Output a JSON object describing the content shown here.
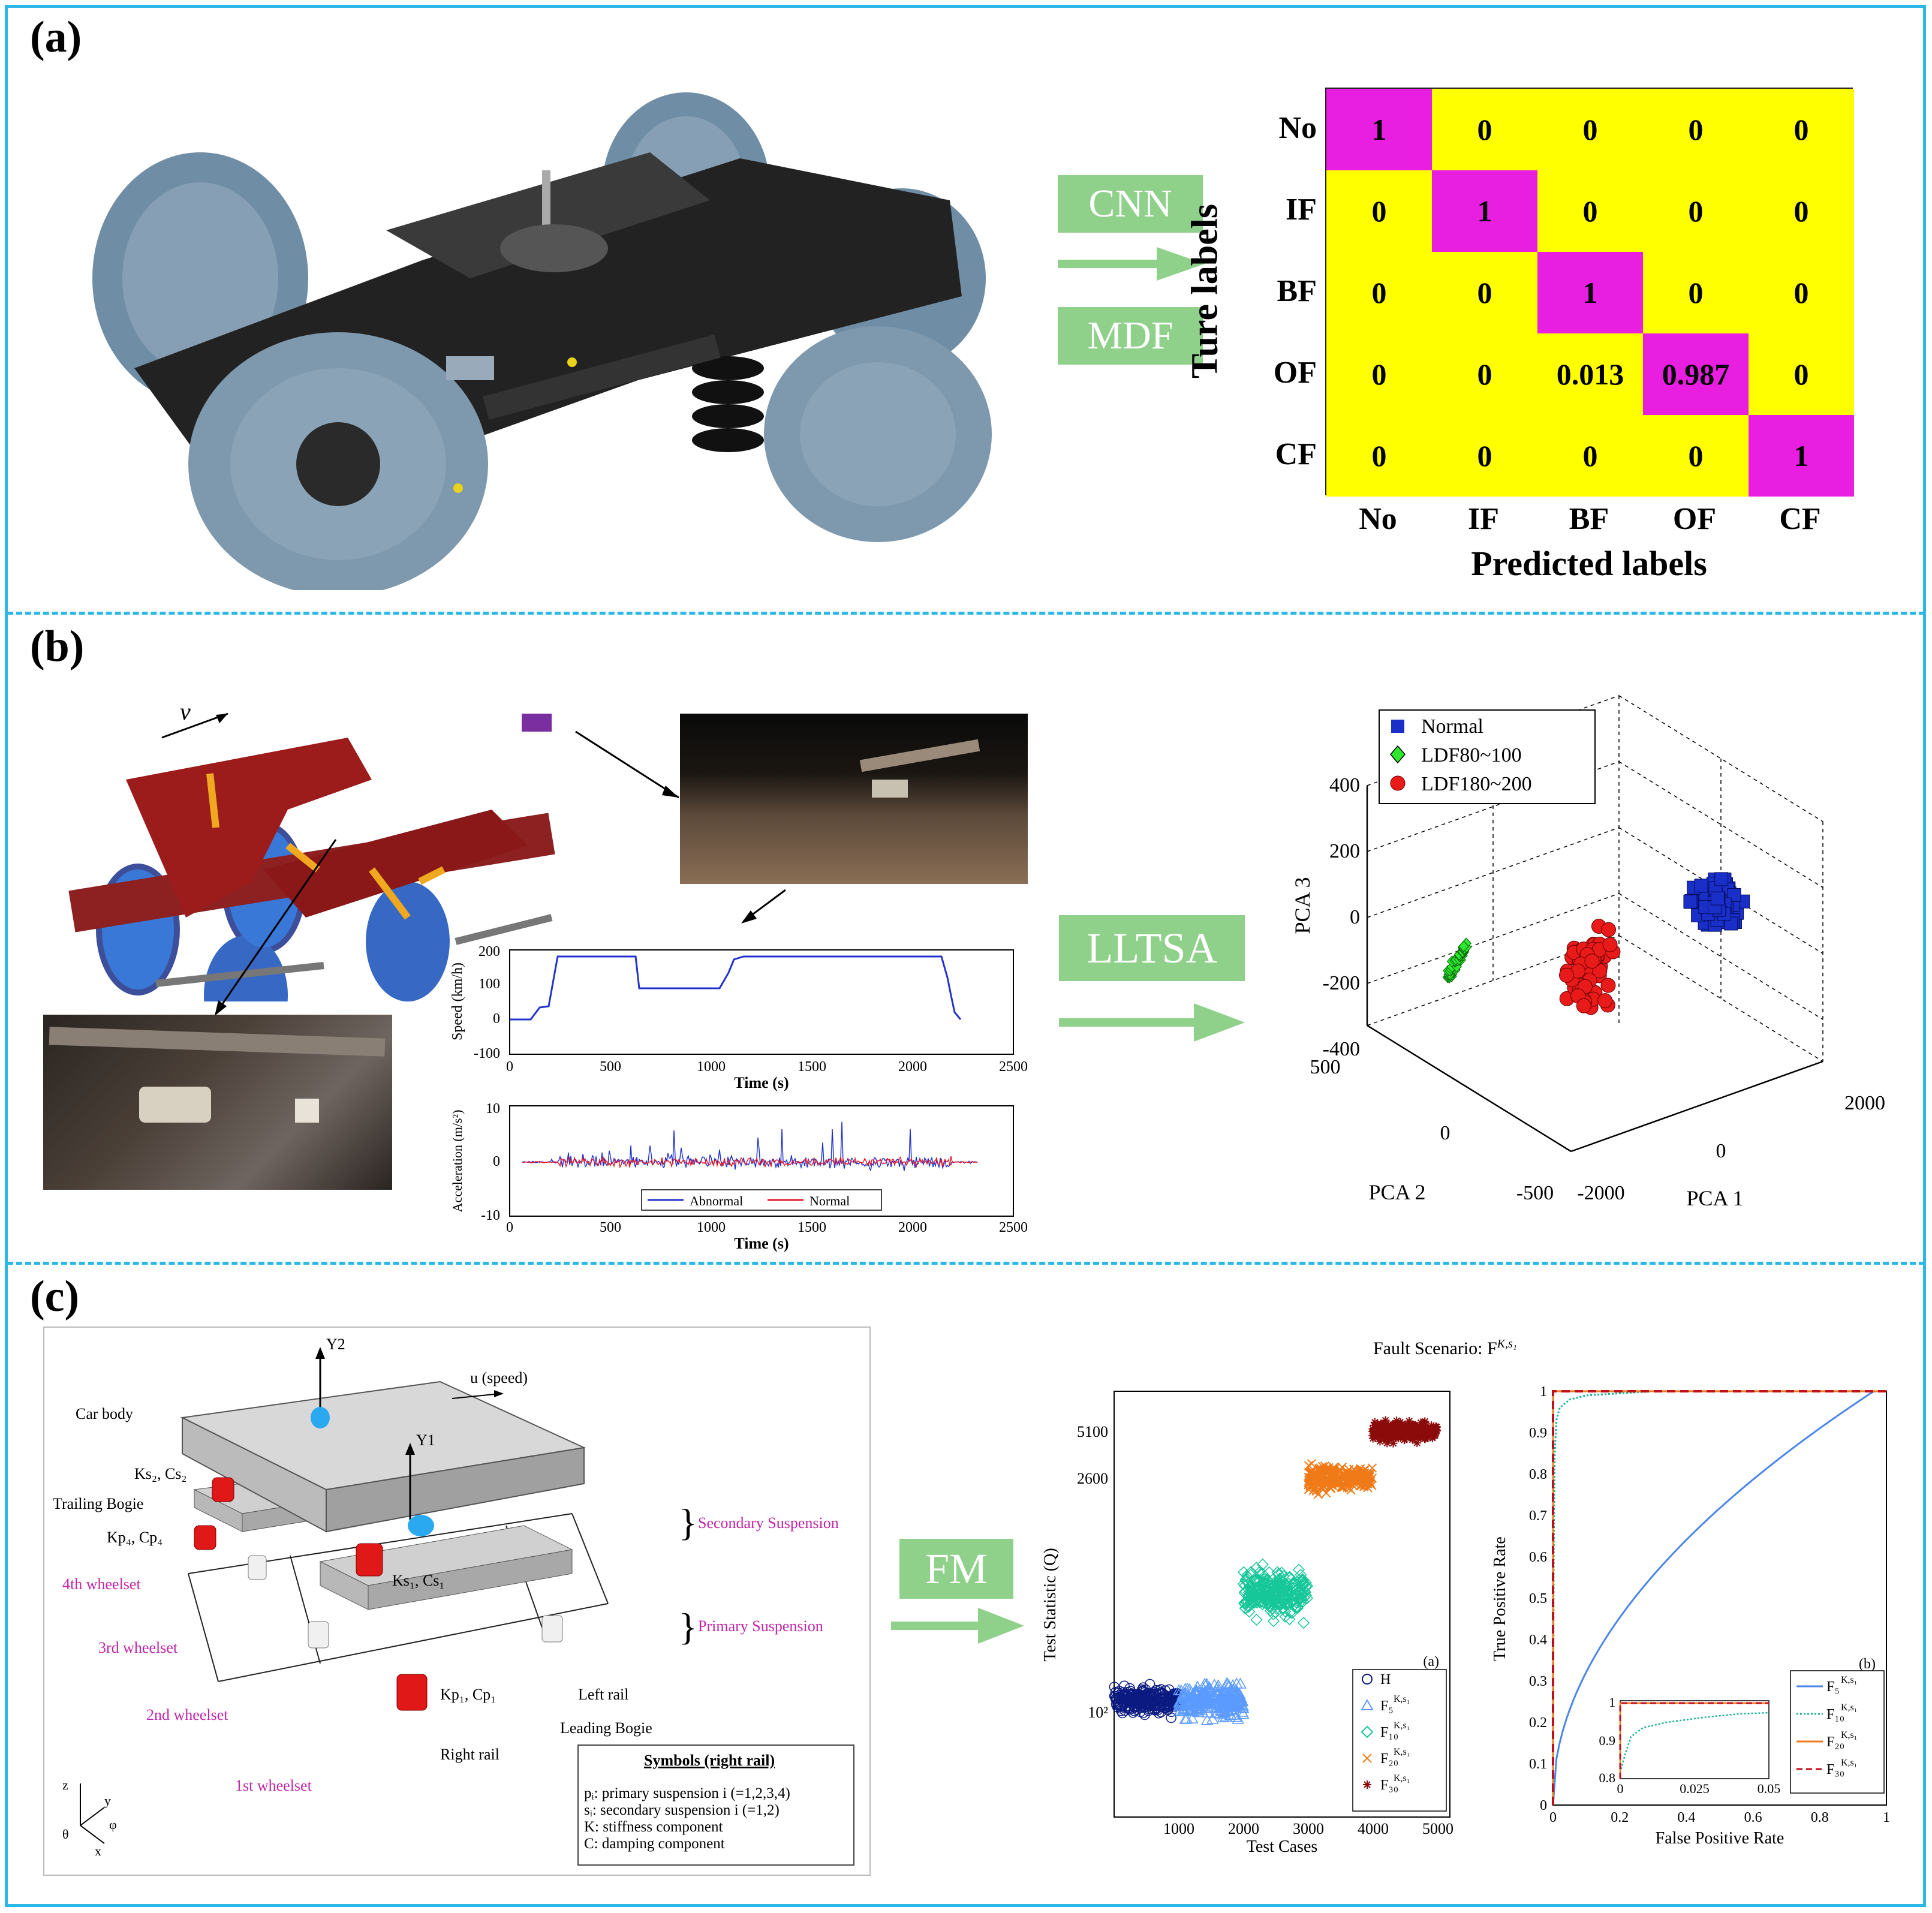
{
  "panels": {
    "a": {
      "label": "(a)",
      "arrow_top": "CNN",
      "arrow_bottom": "MDF",
      "confusion": {
        "ylabel": "Ture labels",
        "xlabel": "Predicted labels",
        "rows": [
          "No",
          "IF",
          "BF",
          "OF",
          "CF"
        ],
        "cols": [
          "No",
          "IF",
          "BF",
          "OF",
          "CF"
        ],
        "values": [
          [
            "1",
            "0",
            "0",
            "0",
            "0"
          ],
          [
            "0",
            "1",
            "0",
            "0",
            "0"
          ],
          [
            "0",
            "0",
            "1",
            "0",
            "0"
          ],
          [
            "0",
            "0",
            "0.013",
            "0.987",
            "0"
          ],
          [
            "0",
            "0",
            "0",
            "0",
            "1"
          ]
        ],
        "diag_color": "#e81ee0",
        "off_color": "#ffff00"
      }
    },
    "b": {
      "label": "(b)",
      "velocity": "v",
      "method": "LLTSA",
      "speed_plot": {
        "ylabel": "Speed (km/h)",
        "xlabel": "Time (s)",
        "yticks": [
          "200",
          "100",
          "0",
          "-100"
        ],
        "xticks": [
          "0",
          "500",
          "1000",
          "1500",
          "2000",
          "2500"
        ]
      },
      "accel_plot": {
        "ylabel": "Acceleration (m/s²)",
        "xlabel": "Time (s)",
        "yticks": [
          "10",
          "0",
          "-10"
        ],
        "xticks": [
          "0",
          "500",
          "1000",
          "1500",
          "2000",
          "2500"
        ],
        "legend": [
          "Abnormal",
          "Normal"
        ]
      },
      "scatter3d": {
        "legend": [
          "Normal",
          "LDF80~100",
          "LDF180~200"
        ],
        "zlabel": "PCA 3",
        "ylabel": "PCA 2",
        "xlabel": "PCA 1",
        "zticks": [
          "400",
          "200",
          "0",
          "-200",
          "-400"
        ],
        "yticks": [
          "500",
          "0",
          "-500"
        ],
        "xticks": [
          "-2000",
          "0",
          "2000"
        ]
      }
    },
    "c": {
      "label": "(c)",
      "method": "FM",
      "diagram": {
        "y2": "Y2",
        "y1": "Y1",
        "speed": "u (speed)",
        "car_body": "Car body",
        "ks2": "Ks₂, Cs₂",
        "trailing": "Trailing Bogie",
        "kp4": "Kp₄, Cp₄",
        "ks1": "Ks₁, Cs₁",
        "kp1": "Kp₁, Cp₁",
        "w4": "4th wheelset",
        "w3": "3rd wheelset",
        "w2": "2nd wheelset",
        "w1": "1st wheelset",
        "left_rail": "Left rail",
        "right_rail": "Right rail",
        "leading": "Leading Bogie",
        "secondary": "Secondary Suspension",
        "primary": "Primary Suspension",
        "symbols_title": "Symbols (right rail)",
        "sym1": "pᵢ: primary suspension i (=1,2,3,4)",
        "sym2": "sᵢ: secondary suspension i (=1,2)",
        "sym3": "K: stiffness component",
        "sym4": "C: damping component",
        "axes": [
          "z",
          "y",
          "θ",
          "x",
          "φ"
        ]
      },
      "fault_title": "Fault Scenario: F",
      "fault_sup": "K,s₁",
      "chart_data": [
        {
          "type": "scatter",
          "panel_tag": "(a)",
          "xlabel": "Test Cases",
          "ylabel": "Test Statistic (Q)",
          "xticks": [
            "1000",
            "2000",
            "3000",
            "4000",
            "5000"
          ],
          "yticks": [
            "5100",
            "2600",
            "10²"
          ],
          "series": [
            {
              "name": "H",
              "color": "#0a1a80",
              "x_range": [
                0,
                1000
              ]
            },
            {
              "name": "F₅",
              "color": "#5b9bff",
              "x_range": [
                1000,
                2000
              ]
            },
            {
              "name": "F₁₀",
              "color": "#16c79a",
              "x_range": [
                2000,
                3000
              ]
            },
            {
              "name": "F₂₀",
              "color": "#f07a18",
              "x_range": [
                3000,
                4000
              ]
            },
            {
              "name": "F₃₀",
              "color": "#8b0a0a",
              "x_range": [
                4000,
                5000
              ]
            }
          ]
        },
        {
          "type": "line",
          "panel_tag": "(b)",
          "xlabel": "False Positive Rate",
          "ylabel": "True Positive Rate",
          "xticks": [
            "0",
            "0.2",
            "0.4",
            "0.6",
            "0.8",
            "1"
          ],
          "yticks": [
            "0",
            "0.1",
            "0.2",
            "0.3",
            "0.4",
            "0.5",
            "0.6",
            "0.7",
            "0.8",
            "0.9",
            "1"
          ],
          "inset_xticks": [
            "0",
            "0.025",
            "0.05"
          ],
          "inset_yticks": [
            "1",
            "0.9",
            "0.8"
          ],
          "series": [
            {
              "name": "F₅",
              "color": "#4a86e8"
            },
            {
              "name": "F₁₀",
              "color": "#19b394"
            },
            {
              "name": "F₂₀",
              "color": "#f07a18"
            },
            {
              "name": "F₃₀",
              "color": "#c0101a"
            }
          ],
          "legend_sup": "K,s₁"
        }
      ]
    }
  }
}
